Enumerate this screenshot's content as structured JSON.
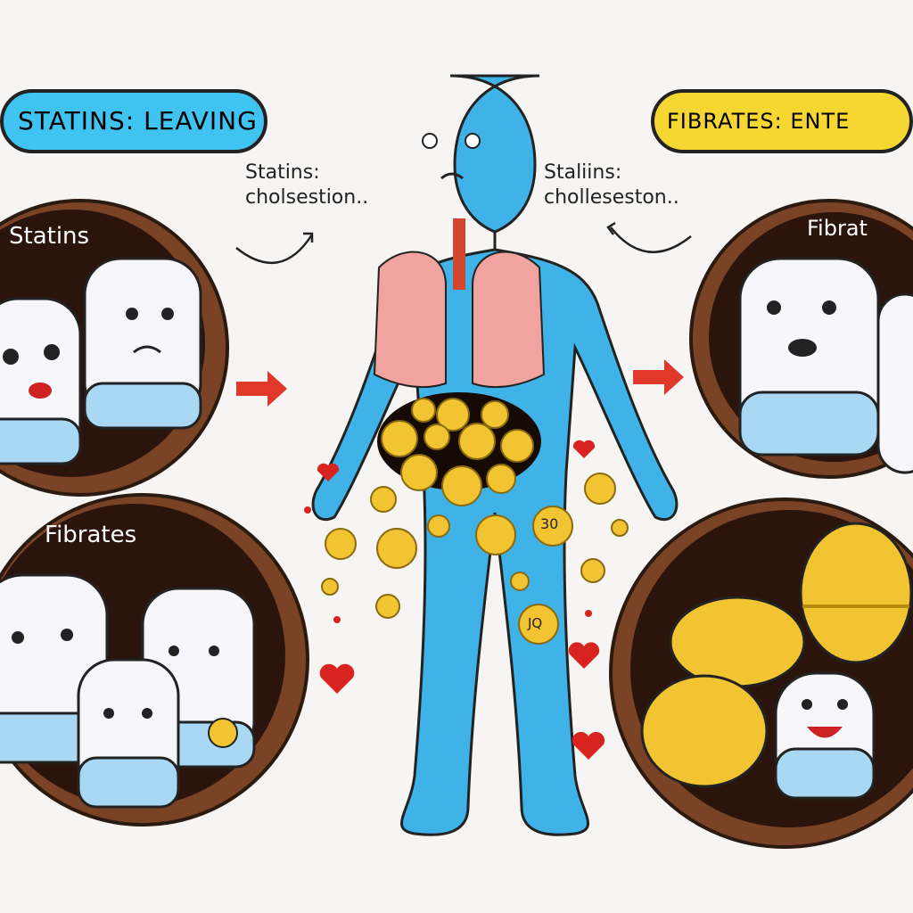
{
  "banners": {
    "left": "STATINS: LEAVING",
    "right": "FIBRATES: ENTE"
  },
  "annotations": {
    "left": "Statins:\ncholsestion..",
    "right": "Staliins:\ncholleseston.."
  },
  "circles": {
    "top_left_label": "Statins",
    "bottom_left_label": "Fibrates",
    "top_right_label": "Fibrat"
  },
  "pill_marks": [
    "30",
    "JQ"
  ],
  "colors": {
    "body": "#3fb3e8",
    "banner_left": "#3fc3f0",
    "banner_right": "#f6d631",
    "pill_yellow": "#f2c432",
    "circle_brown": "#6b3a22",
    "heart": "#d9231f"
  }
}
